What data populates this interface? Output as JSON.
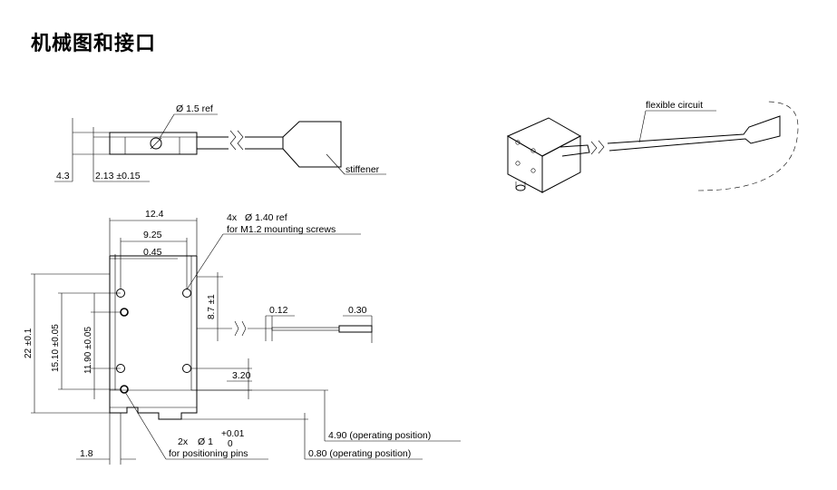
{
  "title": "机械图和接口",
  "labels": {
    "ref_diameter": "Ø 1.5 ref",
    "stiffener": "stiffener",
    "height": "4.3",
    "offset": "2.13 ±0.15",
    "width_total": "12.4",
    "hole_spacing": "9.25",
    "edge_offset": "0.45",
    "screw_count": "4x",
    "screw_diameter": "Ø 1.40 ref",
    "screw_desc": "for M1.2 mounting screws",
    "stroke": "8.7 ±1",
    "flex_thickness": "0.12",
    "stiffener_thickness": "0.30",
    "height_total": "22 ±0.1",
    "outer_hole_spacing": "15.10 ±0.05",
    "inner_hole_spacing": "11.90 ±0.05",
    "bottom_offset": "3.20",
    "operating_1": "4.90 (operating position)",
    "operating_2": "0.80 (operating position)",
    "pin_count": "2x",
    "pin_diameter": "Ø 1",
    "pin_tol_upper": "+0.01",
    "pin_tol_lower": "0",
    "pin_desc": "for positioning pins",
    "left_offset": "1.8",
    "flexible_circuit": "flexible circuit"
  }
}
